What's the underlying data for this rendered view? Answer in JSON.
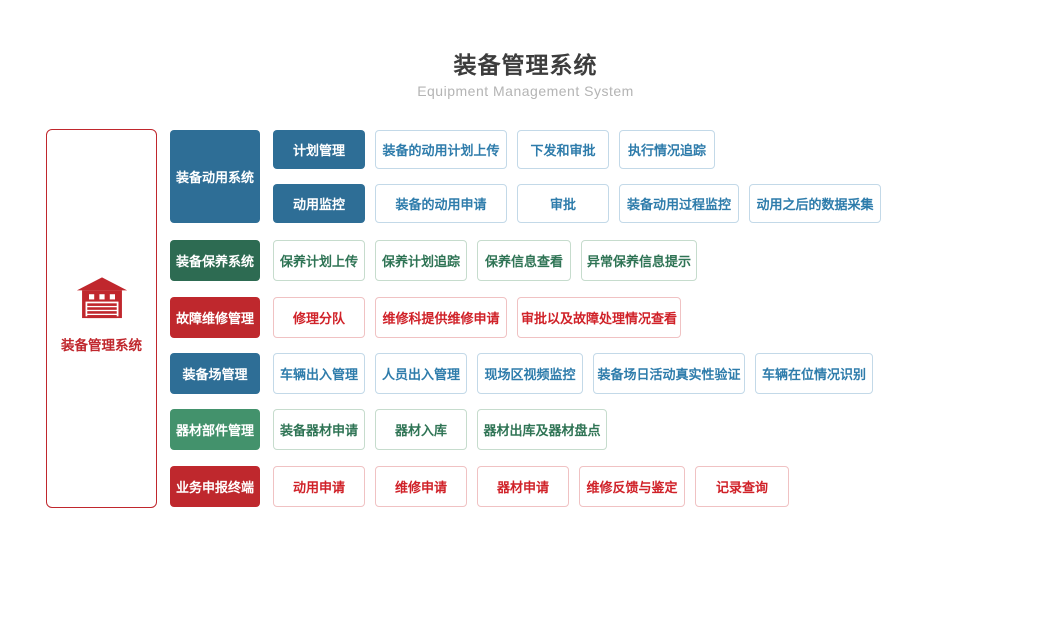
{
  "header": {
    "title": "装备管理系统",
    "subtitle": "Equipment Management System"
  },
  "sidebar": {
    "label": "装备管理系统",
    "icon": "garage-icon",
    "accent_color": "#c0272d"
  },
  "colors": {
    "blue": "#2e6e96",
    "dark_green": "#2d6b52",
    "red": "#bf282d",
    "green": "#43926c"
  },
  "groups": [
    {
      "label": "装备动用系统",
      "color": "#2e6e96",
      "subgroups": [
        {
          "label": "计划管理",
          "items": [
            "装备的动用计划上传",
            "下发和审批",
            "执行情况追踪"
          ]
        },
        {
          "label": "动用监控",
          "items": [
            "装备的动用申请",
            "审批",
            "装备动用过程监控",
            "动用之后的数据采集"
          ]
        }
      ]
    },
    {
      "label": "装备保养系统",
      "color": "#2d6b52",
      "items": [
        "保养计划上传",
        "保养计划追踪",
        "保养信息查看",
        "异常保养信息提示"
      ]
    },
    {
      "label": "故障维修管理",
      "color": "#bf282d",
      "items": [
        "修理分队",
        "维修科提供维修申请",
        "审批以及故障处理情况查看"
      ]
    },
    {
      "label": "装备场管理",
      "color": "#2e6e96",
      "items": [
        "车辆出入管理",
        "人员出入管理",
        "现场区视频监控",
        "装备场日活动真实性验证",
        "车辆在位情况识别"
      ]
    },
    {
      "label": "器材部件管理",
      "color": "#43926c",
      "items": [
        "装备器材申请",
        "器材入库",
        "器材出库及器材盘点"
      ]
    },
    {
      "label": "业务申报终端",
      "color": "#bf282d",
      "items": [
        "动用申请",
        "维修申请",
        "器材申请",
        "维修反馈与鉴定",
        "记录查询"
      ]
    }
  ]
}
